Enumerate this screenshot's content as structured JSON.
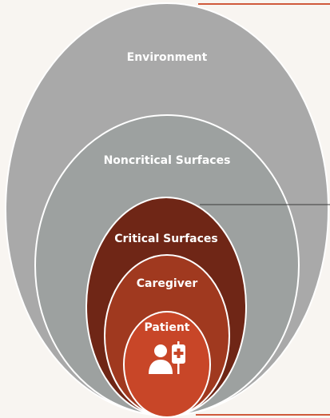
{
  "diagram": {
    "layers": [
      {
        "name": "Environment",
        "color": "#a9a9a9"
      },
      {
        "name": "Noncritical Surfaces",
        "color": "#9da1a0"
      },
      {
        "name": "Critical Surfaces",
        "color": "#6f2616"
      },
      {
        "name": "Caregiver",
        "color": "#a0391f"
      },
      {
        "name": "Patient",
        "color": "#c84628"
      }
    ],
    "accent_color": "#d05a3c",
    "patient_icon": "patient-iv-icon"
  }
}
